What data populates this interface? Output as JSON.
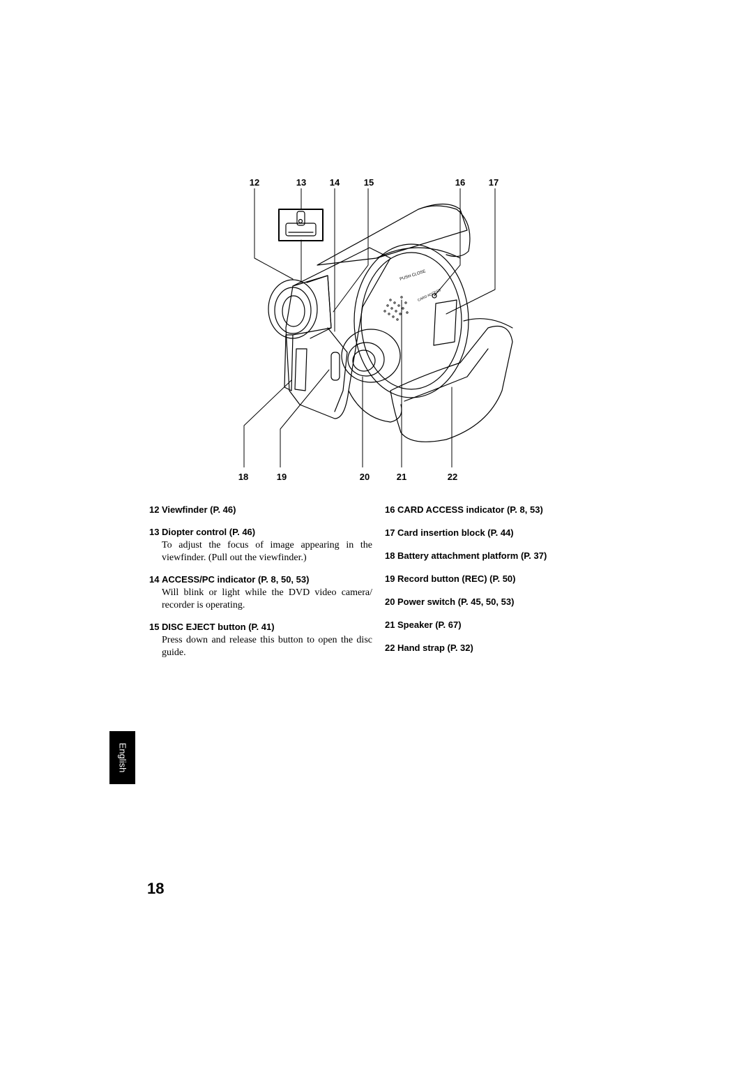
{
  "callouts_top": [
    "12",
    "13",
    "14",
    "15",
    "16",
    "17"
  ],
  "callouts_bottom": [
    "18",
    "19",
    "20",
    "21",
    "22"
  ],
  "camera_labels": {
    "push_close": "PUSH CLOSE",
    "card_access": "CARD ACCESS"
  },
  "left_items": [
    {
      "num": "12",
      "title": "Viewfinder (P. 46)",
      "desc": ""
    },
    {
      "num": "13",
      "title": "Diopter control (P. 46)",
      "desc": "To adjust the focus of image appearing in the viewfinder. (Pull out the viewfinder.)"
    },
    {
      "num": "14",
      "title": "ACCESS/PC indicator (P. 8, 50, 53)",
      "desc": "Will blink or light while the DVD video camera/ recorder is operating."
    },
    {
      "num": "15",
      "title": "DISC EJECT button (P. 41)",
      "desc": "Press down and release this button to open the disc guide."
    }
  ],
  "right_items": [
    {
      "num": "16",
      "title": "CARD ACCESS indicator (P. 8, 53)"
    },
    {
      "num": "17",
      "title": "Card insertion block (P. 44)"
    },
    {
      "num": "18",
      "title": "Battery attachment platform (P. 37)"
    },
    {
      "num": "19",
      "title": "Record button (REC) (P. 50)"
    },
    {
      "num": "20",
      "title": "Power switch (P. 45, 50, 53)"
    },
    {
      "num": "21",
      "title": "Speaker (P. 67)"
    },
    {
      "num": "22",
      "title": "Hand strap (P. 32)"
    }
  ],
  "language_tab": "English",
  "page_number": "18"
}
